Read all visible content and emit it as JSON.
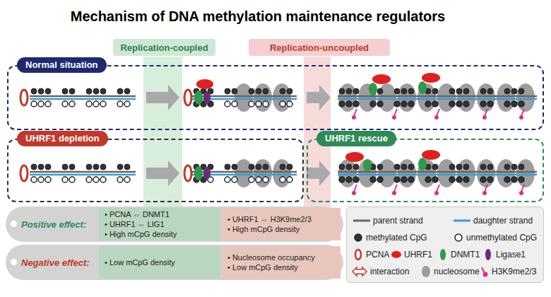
{
  "diagram": {
    "title": "Mechanism of DNA methylation maintenance regulators",
    "nodes": [
      {
        "text": [
          "Replication-coupled"
        ]
      },
      {
        "text": [
          "Replication-uncoupled"
        ]
      },
      {
        "text": [
          "Normal situation"
        ]
      },
      {
        "text": [
          "UHRF1 depletion"
        ]
      },
      {
        "text": [
          "UHRF1 rescue"
        ]
      },
      {
        "text": [
          "Positive effect:"
        ]
      },
      {
        "text": [
          "• PCNA ⇔ DNMT1",
          "• UHRF1 ⇔ LIG1",
          "• High mCpG density"
        ],
        "in": 5
      },
      {
        "text": [
          "• UHRF1 ⇔ H3K9me2/3",
          "• High mCpG density"
        ],
        "in": 5
      },
      {
        "text": [
          "Negative effect:"
        ]
      },
      {
        "text": [
          "• Low mCpG density"
        ],
        "in": 8
      },
      {
        "text": [
          "• Nucleosome occupancy",
          "• Low mCpG density"
        ],
        "in": 8
      }
    ],
    "legend": [
      {
        "text": "parent strand"
      },
      {
        "text": "daughter strand"
      },
      {
        "text": "methylated CpG"
      },
      {
        "text": "unmethylated CpG"
      },
      {
        "text": "PCNA"
      },
      {
        "text": "UHRF1",
        "color": "#e02020"
      },
      {
        "text": "DNMT1",
        "color": "#2e9a4a"
      },
      {
        "text": "Ligase1",
        "color": "#6a2c7a"
      },
      {
        "text": "interaction"
      },
      {
        "text": "nucleosome",
        "color": "#9e9e9e"
      },
      {
        "text": "H3K9me2/3"
      }
    ]
  }
}
